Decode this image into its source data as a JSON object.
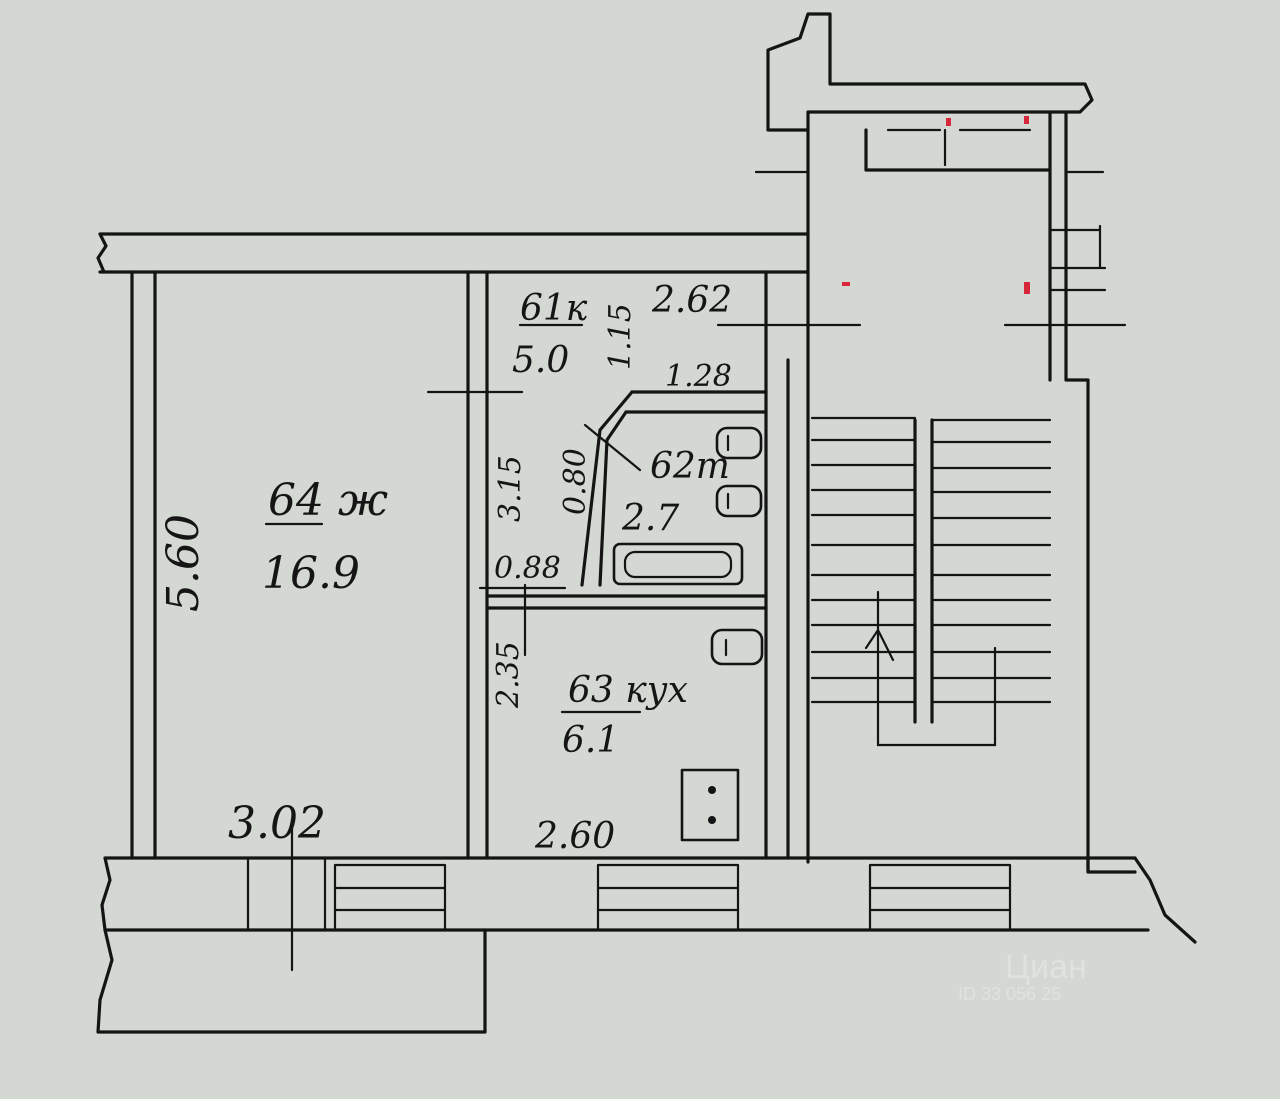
{
  "rooms": {
    "living": {
      "code": "64 ж",
      "area": "16.9"
    },
    "corridor": {
      "code": "61к",
      "area": "5.0"
    },
    "bathroom": {
      "code": "62т",
      "area": "2.7"
    },
    "kitchen": {
      "code": "63 кух",
      "area": "6.1"
    }
  },
  "dimensions": {
    "living_height": "5.60",
    "living_width": "3.02",
    "corridor_width": "2.62",
    "corridor_depth": "1.15",
    "bath_width": "1.28",
    "corridor_height": "3.15",
    "bath_diag": "0.80",
    "bath_gap": "0.88",
    "kitchen_height": "2.35",
    "kitchen_width": "2.60"
  },
  "watermark": {
    "brand": "Циан",
    "id": "ID 33 056 25"
  },
  "colors": {
    "paper": "#d3d8d3",
    "ink": "#141414",
    "marker": "#d8263a"
  }
}
